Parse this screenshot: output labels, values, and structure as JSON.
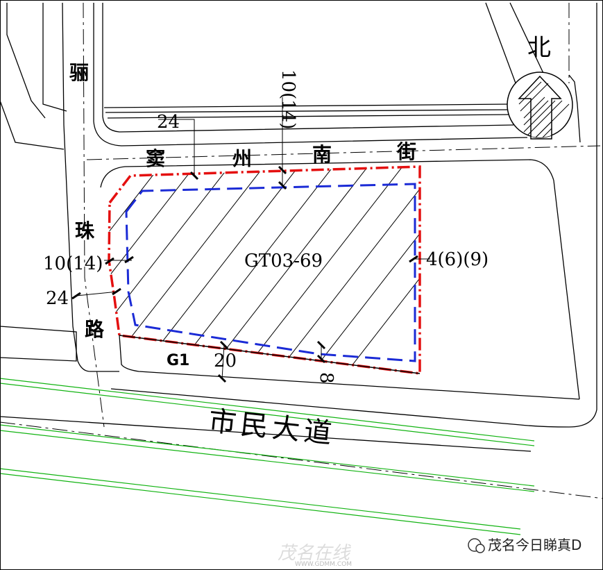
{
  "map": {
    "parcel_id": "GT03-69",
    "roads": {
      "north_street": [
        "窦",
        "州",
        "南",
        "街"
      ],
      "west_road": [
        "骊",
        "珠",
        "路"
      ],
      "south_avenue": "市民大道"
    },
    "north_label": "北",
    "green_belt": "G1",
    "dimensions": {
      "north_road_width": "24",
      "north_setback": "10(14)",
      "west_setback": "10(14)",
      "west_road_width": "24",
      "east_setback": "4(6)(9)",
      "south_road_width": "20",
      "south_setback": "8"
    },
    "watermark": {
      "account": "茂名今日睇真D",
      "site": "茂名在线",
      "url": "WWW.GDMM.COM"
    },
    "colors": {
      "boundary": "#e41010",
      "building_line": "#1b2bd6",
      "green": "#11b311",
      "road": "#000000"
    }
  }
}
